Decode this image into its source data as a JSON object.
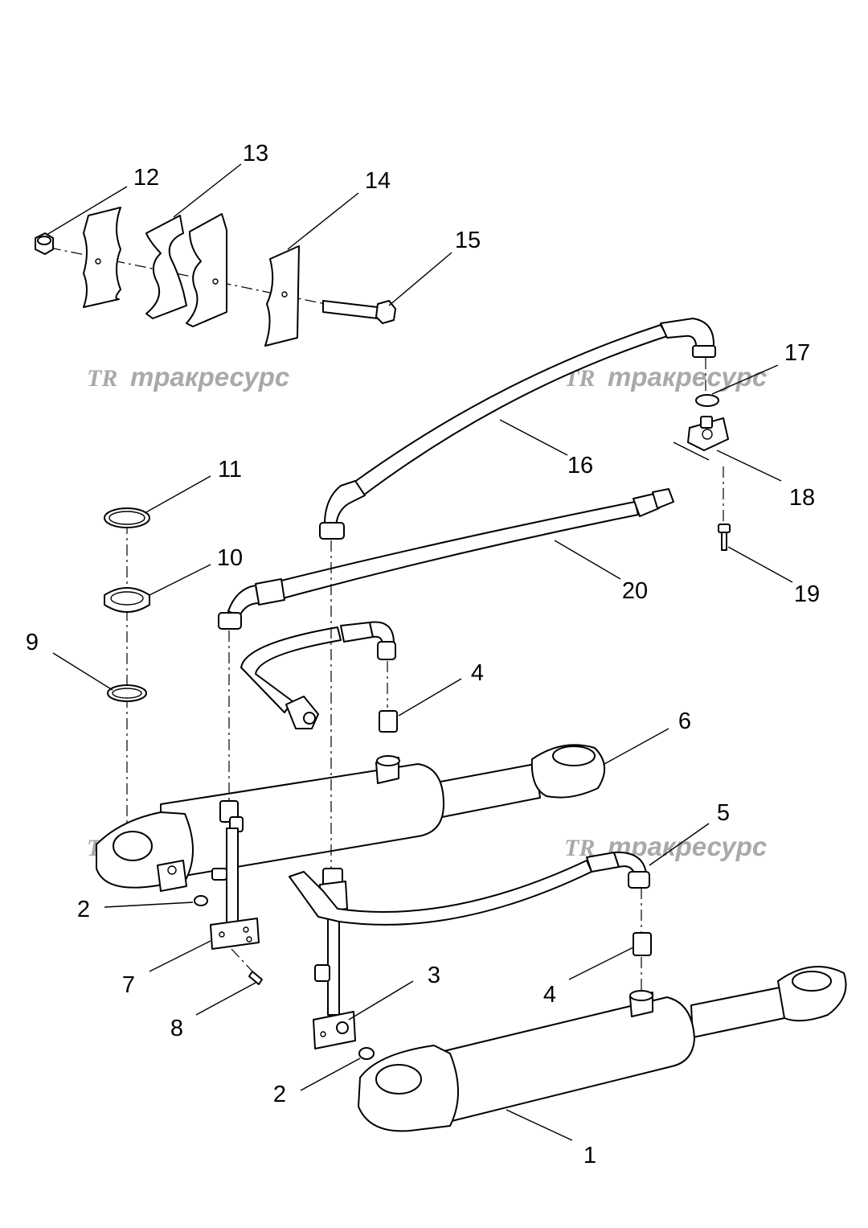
{
  "watermark": {
    "text": "тракресурс",
    "logo": "TR",
    "color": "#a9a9a9"
  },
  "callouts": [
    {
      "id": "c1",
      "label": "1"
    },
    {
      "id": "c2a",
      "label": "2"
    },
    {
      "id": "c2b",
      "label": "2"
    },
    {
      "id": "c3",
      "label": "3"
    },
    {
      "id": "c4a",
      "label": "4"
    },
    {
      "id": "c4b",
      "label": "4"
    },
    {
      "id": "c5",
      "label": "5"
    },
    {
      "id": "c6",
      "label": "6"
    },
    {
      "id": "c7",
      "label": "7"
    },
    {
      "id": "c8",
      "label": "8"
    },
    {
      "id": "c9",
      "label": "9"
    },
    {
      "id": "c10",
      "label": "10"
    },
    {
      "id": "c11",
      "label": "11"
    },
    {
      "id": "c12",
      "label": "12"
    },
    {
      "id": "c13",
      "label": "13"
    },
    {
      "id": "c14",
      "label": "14"
    },
    {
      "id": "c15",
      "label": "15"
    },
    {
      "id": "c16",
      "label": "16"
    },
    {
      "id": "c17",
      "label": "17"
    },
    {
      "id": "c18",
      "label": "18"
    },
    {
      "id": "c19",
      "label": "19"
    },
    {
      "id": "c20",
      "label": "20"
    }
  ]
}
